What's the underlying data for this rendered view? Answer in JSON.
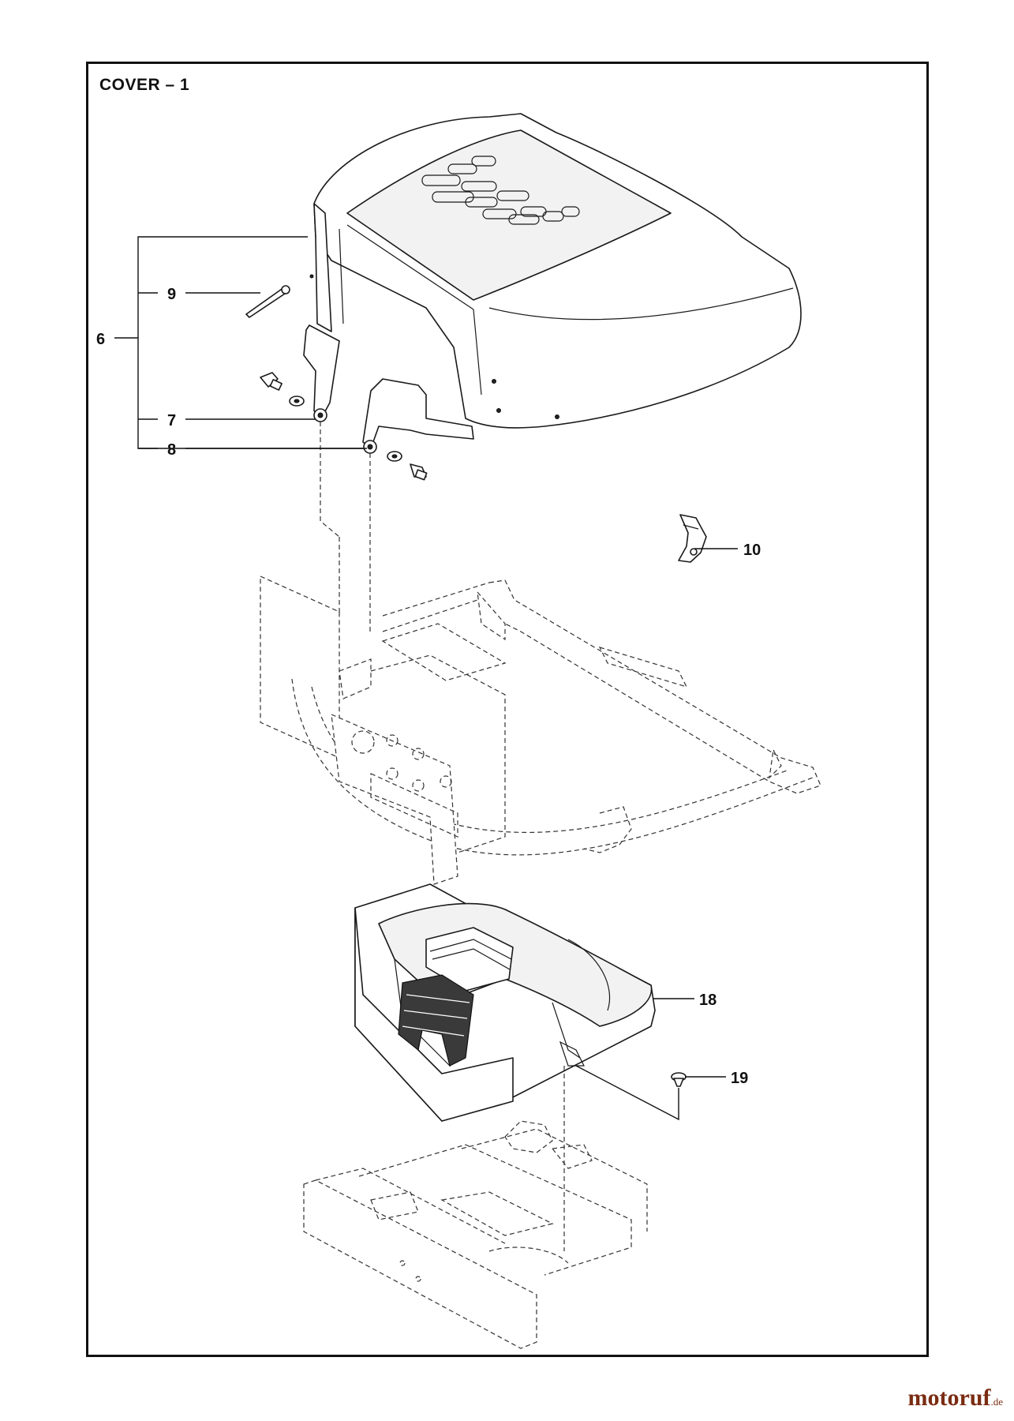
{
  "diagram": {
    "title": "COVER – 1",
    "callouts": [
      {
        "id": "9",
        "label": "9"
      },
      {
        "id": "6",
        "label": "6"
      },
      {
        "id": "7",
        "label": "7"
      },
      {
        "id": "8",
        "label": "8"
      },
      {
        "id": "10",
        "label": "10"
      },
      {
        "id": "18",
        "label": "18"
      },
      {
        "id": "19",
        "label": "19"
      }
    ]
  },
  "watermark": {
    "brand": "motoruf",
    "suffix": ".de"
  }
}
